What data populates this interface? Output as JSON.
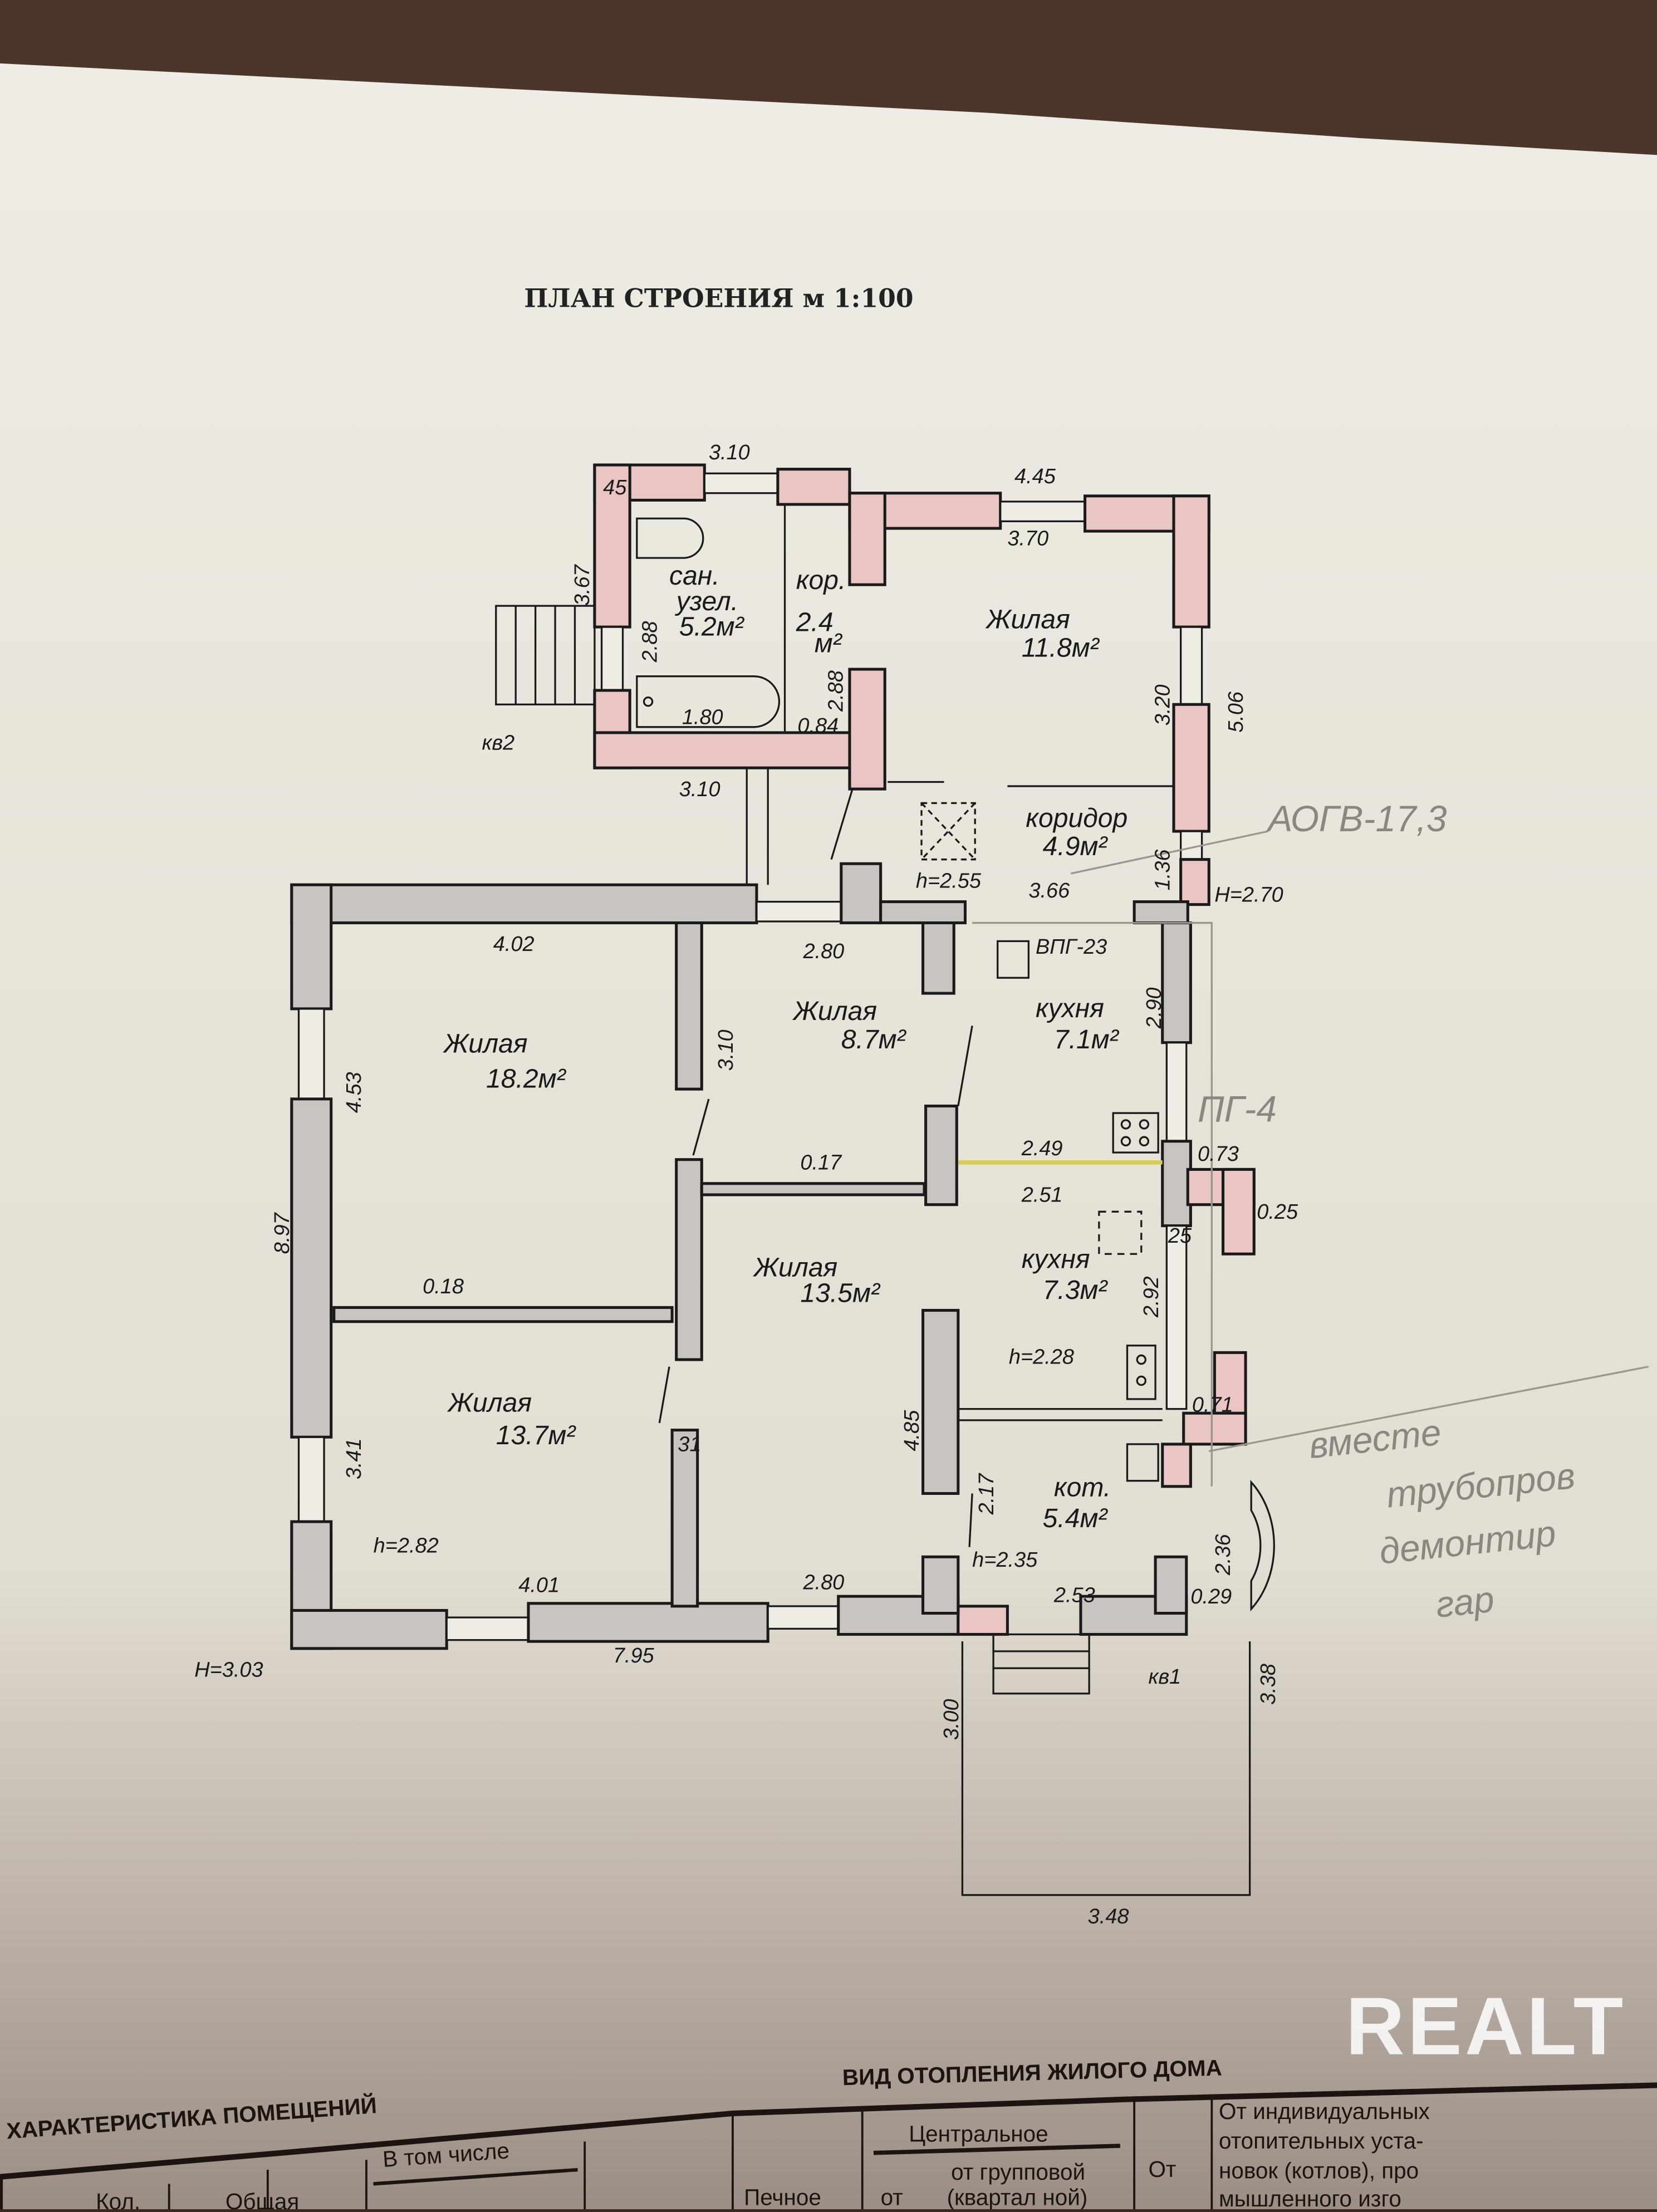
{
  "title": "ПЛАН СТРОЕНИЯ м 1:100",
  "rooms": [
    {
      "name": "сан.",
      "sub": "узел.",
      "area": "5.2м²"
    },
    {
      "name": "кор.",
      "area": "2.4",
      "unit": "м²"
    },
    {
      "name": "Жилая",
      "area": "11.8м²"
    },
    {
      "name": "коридор",
      "area": "4.9м²"
    },
    {
      "name": "Жилая",
      "area": "18.2м²"
    },
    {
      "name": "Жилая",
      "area": "8.7м²"
    },
    {
      "name": "кухня",
      "area": "7.1м²"
    },
    {
      "name": "Жилая",
      "area": "13.5м²"
    },
    {
      "name": "кухня",
      "area": "7.3м²"
    },
    {
      "name": "Жилая",
      "area": "13.7м²"
    },
    {
      "name": "кот.",
      "area": "5.4м²"
    }
  ],
  "dims": [
    "3.10",
    "4.45",
    "45",
    "3.67",
    "2.88",
    "3.70",
    "1.80",
    "0.84",
    "2.88",
    "3.20",
    "5.06",
    "кв2",
    "3.10",
    "h=2.55",
    "3.66",
    "1.36",
    "Н=2.70",
    "4.02",
    "2.80",
    "3.10",
    "ВПГ-23",
    "2.90",
    "4.53",
    "8.97",
    "2.49",
    "0.17",
    "2.51",
    "0.73",
    "0.25",
    "25",
    "0.18",
    "2.92",
    "h=2.28",
    "4.85",
    "3.41",
    "31",
    "0.71",
    "2.17",
    "2.36",
    "h=2.82",
    "h=2.35",
    "4.01",
    "2.80",
    "2.53",
    "0.29",
    "Н=3.03",
    "7.95",
    "кв1",
    "3.00",
    "3.38",
    "3.48"
  ],
  "pencil_notes": [
    "АОГВ-17,3",
    "ПГ-4",
    "вместе",
    "трубопров",
    "демонтир",
    "гар"
  ],
  "table": {
    "left_title": "ХАРАКТЕРИСТИКА ПОМЕЩЕНИЙ",
    "in_total": "В том числе",
    "col_count": "Кол.",
    "col_total": "Общая",
    "right_title": "ВИД ОТОПЛЕНИЯ ЖИЛОГО ДОМА",
    "central": "Центральное",
    "stove": "Печное",
    "from": "от",
    "group": "от групповой",
    "quarterly": "(квартал ной)",
    "from2": "От",
    "individual_1": "От индивидуальных",
    "individual_2": "отопительных уста-",
    "individual_3": "новок (котлов), про",
    "individual_4": "мышленного изго"
  },
  "watermark": "REALT",
  "colors": {
    "paper": "#ece8dd",
    "wall_pink": "#e9c6c3",
    "wall_grey": "#c9c4c0",
    "ink": "#1a1a1a"
  }
}
